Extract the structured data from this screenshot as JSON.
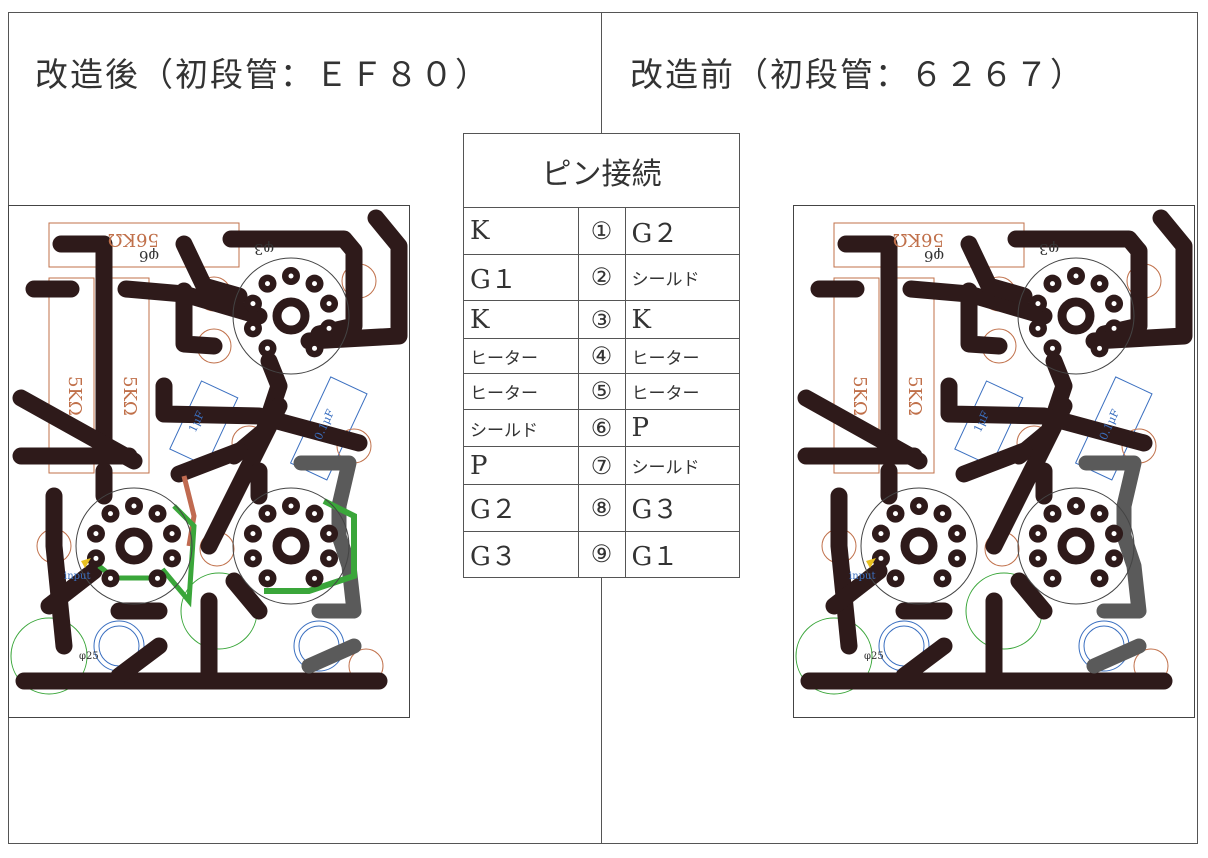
{
  "left_title": "改造後（初段管：ＥＦ８０）",
  "right_title": "改造前（初段管：６２６７）",
  "pin_table": {
    "title": "ピン接続",
    "rows": [
      {
        "left": "K",
        "num": "①",
        "right": "G２"
      },
      {
        "left": "G１",
        "num": "②",
        "right": "シールド"
      },
      {
        "left": "K",
        "num": "③",
        "right": "K"
      },
      {
        "left": "ヒーター",
        "num": "④",
        "right": "ヒーター"
      },
      {
        "left": "ヒーター",
        "num": "⑤",
        "right": "ヒーター"
      },
      {
        "left": "シールド",
        "num": "⑥",
        "right": "P"
      },
      {
        "left": "P",
        "num": "⑦",
        "right": "シールド"
      },
      {
        "left": "G２",
        "num": "⑧",
        "right": "G３"
      },
      {
        "left": "G３",
        "num": "⑨",
        "right": "G１"
      }
    ]
  },
  "board_labels": {
    "res_top": "56KΩ",
    "res_a": "5KΩ",
    "res_b": "5KΩ",
    "phi6": "φ6",
    "phi3": "φ3",
    "cap_a": "1μF",
    "cap_b": "0.1μF",
    "input": "input",
    "phi25": "φ25"
  },
  "colors": {
    "trace": "#2e1a1a",
    "resistor": "#c0704a",
    "capacitor": "#3a6fc0",
    "wire_green": "#3aa63a",
    "wire_copper": "#c06a50",
    "gray_trace": "#5a5a5a"
  }
}
